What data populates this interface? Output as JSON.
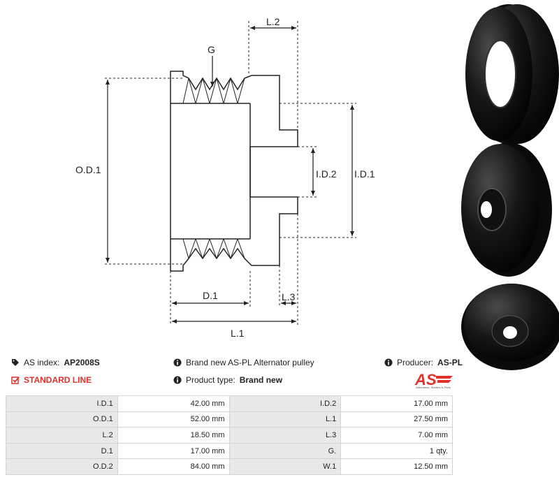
{
  "drawing": {
    "labels": {
      "g": "G",
      "l2": "L.2",
      "od1": "O.D.1",
      "id2": "I.D.2",
      "id1": "I.D.1",
      "d1": "D.1",
      "l3": "L.3",
      "l1": "L.1"
    }
  },
  "info": {
    "as_index_label": "AS index:",
    "as_index_value": "AP2008S",
    "description": "Brand new AS-PL Alternator pulley",
    "producer_label": "Producer:",
    "producer_value": "AS-PL",
    "standard_line": "STANDARD LINE",
    "product_type_label": "Product type:",
    "product_type_value": "Brand new"
  },
  "logo": {
    "text": "AS",
    "tagline": "Alternators, Starters & Parts",
    "color": "#e0312b"
  },
  "spec_table": [
    [
      "I.D.1",
      "42.00 mm",
      "I.D.2",
      "17.00 mm"
    ],
    [
      "O.D.1",
      "52.00 mm",
      "L.1",
      "27.50 mm"
    ],
    [
      "L.2",
      "18.50 mm",
      "L.3",
      "7.00 mm"
    ],
    [
      "D.1",
      "17.00 mm",
      "G.",
      "1 qty."
    ],
    [
      "O.D.2",
      "84.00 mm",
      "W.1",
      "12.50 mm"
    ]
  ],
  "icons": [
    "tag-icon",
    "info-icon",
    "checkbox-icon"
  ]
}
